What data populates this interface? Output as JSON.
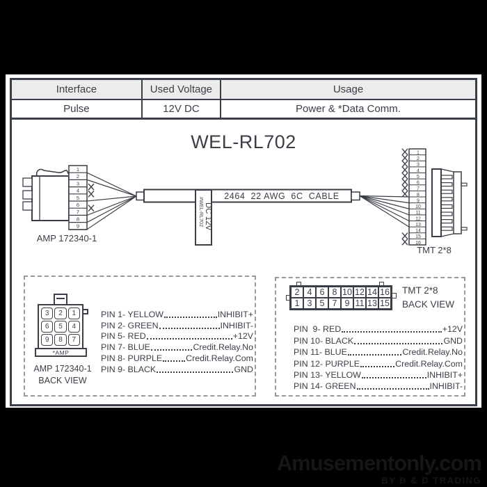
{
  "colors": {
    "canvas_bg": "#000000",
    "page_bg": "#ffffff",
    "ink": "#3a3e46",
    "header_bg": "#ececec",
    "dash_border": "#999999",
    "watermark": "#161616"
  },
  "spec_table": {
    "headers": [
      "Interface",
      "Used Voltage",
      "Usage"
    ],
    "row": [
      "Pulse",
      "12V DC",
      "Power & *Data Comm."
    ]
  },
  "title": "WEL-RL702",
  "diagram": {
    "left_connector": {
      "label": "AMP 172340-1",
      "pins": [
        {
          "n": "1",
          "connected": true
        },
        {
          "n": "2",
          "connected": true
        },
        {
          "n": "3",
          "connected": false
        },
        {
          "n": "4",
          "connected": false
        },
        {
          "n": "5",
          "connected": true
        },
        {
          "n": "6",
          "connected": false
        },
        {
          "n": "7",
          "connected": true
        },
        {
          "n": "8",
          "connected": true
        },
        {
          "n": "9",
          "connected": true
        }
      ]
    },
    "cable": {
      "label": "2464  22 AWG  6C  CABLE",
      "tag_line1": "DC 12V",
      "tag_line2": "#WEL-RL702"
    },
    "right_connector": {
      "label": "TMT 2*8",
      "pins": [
        {
          "n": "1",
          "connected": false
        },
        {
          "n": "2",
          "connected": false
        },
        {
          "n": "3",
          "connected": false
        },
        {
          "n": "4",
          "connected": false
        },
        {
          "n": "5",
          "connected": false
        },
        {
          "n": "6",
          "connected": false
        },
        {
          "n": "7",
          "connected": false
        },
        {
          "n": "8",
          "connected": false
        },
        {
          "n": "9",
          "connected": true
        },
        {
          "n": "10",
          "connected": true
        },
        {
          "n": "11",
          "connected": true
        },
        {
          "n": "12",
          "connected": true
        },
        {
          "n": "13",
          "connected": true
        },
        {
          "n": "14",
          "connected": true
        },
        {
          "n": "15",
          "connected": false
        },
        {
          "n": "16",
          "connected": false
        }
      ]
    }
  },
  "left_panel": {
    "back_view_grid": [
      [
        "3",
        "2",
        "1"
      ],
      [
        "6",
        "5",
        "4"
      ],
      [
        "9",
        "8",
        "7"
      ]
    ],
    "grid_caption": "*AMP",
    "label_line1": "AMP 172340-1",
    "label_line2": "BACK VIEW",
    "pin_list": [
      {
        "label": "PIN 1- YELLOW",
        "signal": "INHIBIT+"
      },
      {
        "label": "PIN 2- GREEN",
        "signal": "INHIBIT-"
      },
      {
        "label": "PIN 5- RED",
        "signal": "+12V"
      },
      {
        "label": "PIN 7- BLUE",
        "signal": "Credit.Relay.No"
      },
      {
        "label": "PIN 8- PURPLE",
        "signal": "Credit.Relay.Com"
      },
      {
        "label": "PIN 9- BLACK",
        "signal": "GND"
      }
    ]
  },
  "right_panel": {
    "back_view_grid": [
      [
        "2",
        "4",
        "6",
        "8",
        "10",
        "12",
        "14",
        "16"
      ],
      [
        "1",
        "3",
        "5",
        "7",
        "9",
        "11",
        "13",
        "15"
      ]
    ],
    "label_line1": "TMT 2*8",
    "label_line2": "BACK VIEW",
    "pin_list": [
      {
        "label": "PIN  9- RED",
        "signal": "+12V"
      },
      {
        "label": "PIN 10- BLACK",
        "signal": "GND"
      },
      {
        "label": "PIN 11- BLUE",
        "signal": "Credit.Relay.No"
      },
      {
        "label": "PIN 12- PURPLE",
        "signal": "Credit.Relay.Com"
      },
      {
        "label": "PIN 13- YELLOW",
        "signal": "INHIBIT+"
      },
      {
        "label": "PIN 14- GREEN",
        "signal": "INHIBIT-"
      }
    ]
  },
  "watermark": {
    "line1": "Amusementonly.com",
    "line2": "BY B & D TRADING"
  }
}
